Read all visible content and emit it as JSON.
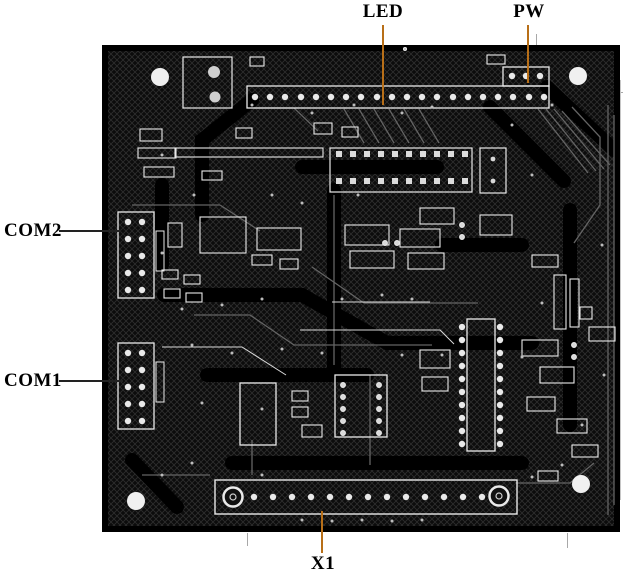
{
  "labels": {
    "led": "LED",
    "pw": "PW",
    "com2": "COM2",
    "com1": "COM1",
    "x1": "X1"
  },
  "colors": {
    "background": "#ffffff",
    "board_base": "#0c0c0c",
    "board_hatch": "#2e2e2e",
    "silkscreen": "#e9e9e9",
    "copper_trace": "#646464",
    "callout_line_orange": "#b86f18",
    "callout_line_dark": "#222222",
    "label_text": "#000000"
  }
}
